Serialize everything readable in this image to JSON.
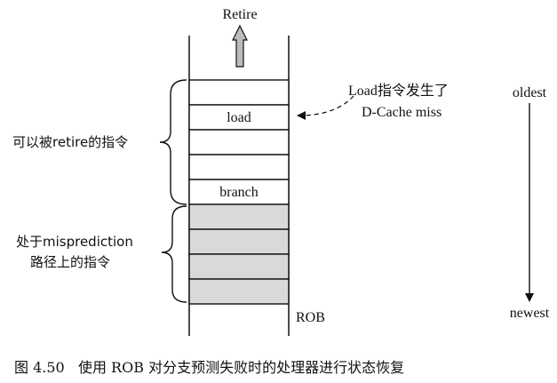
{
  "diagram": {
    "retire_label": "Retire",
    "rob_label": "ROB",
    "entries": [
      {
        "label": "",
        "mispredicted": false
      },
      {
        "label": "load",
        "mispredicted": false
      },
      {
        "label": "",
        "mispredicted": false
      },
      {
        "label": "",
        "mispredicted": false
      },
      {
        "label": "branch",
        "mispredicted": false
      },
      {
        "label": "",
        "mispredicted": true
      },
      {
        "label": "",
        "mispredicted": true
      },
      {
        "label": "",
        "mispredicted": true
      },
      {
        "label": "",
        "mispredicted": true
      }
    ],
    "retirable_label": "可以被retire的指令",
    "mispredict_label_line1": "处于misprediction",
    "mispredict_label_line2": "路径上的指令",
    "note_line1": "Load指令发生了",
    "note_line2": "D-Cache miss",
    "oldest_label": "oldest",
    "newest_label": "newest",
    "caption": "图 4.50   使用 ROB 对分支预测失败时的处理器进行状态恢复"
  },
  "colors": {
    "line": "#111111",
    "mispredicted_fill": "#d9d9d9",
    "arrow_fill": "#bcbcbc"
  }
}
